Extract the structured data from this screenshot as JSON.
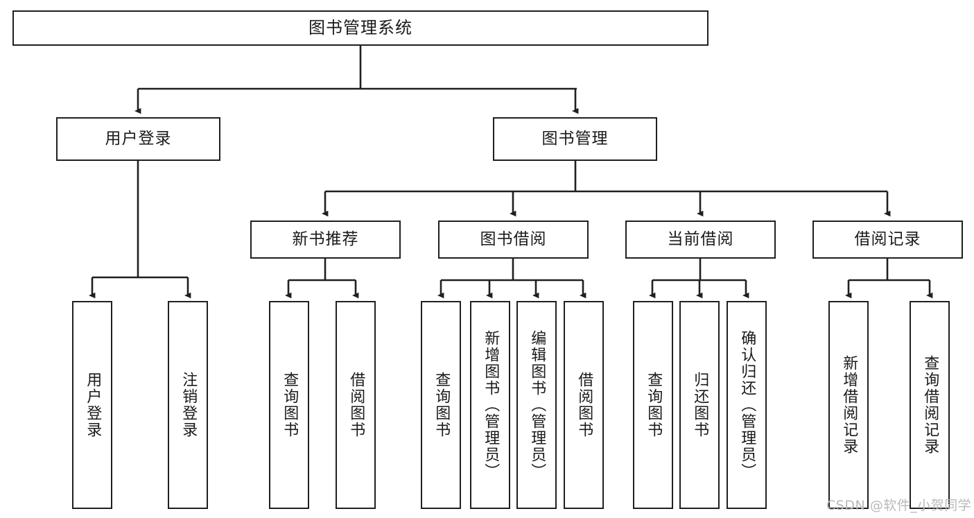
{
  "diagram": {
    "title": "图书管理系统",
    "type": "功能结构图",
    "background_color": "#ffffff",
    "line_color": "#1f1f1f",
    "box_border_color": "#1f1f1f",
    "text_color": "#1a1a1a"
  },
  "nodes": {
    "root": {
      "label": "图书管理系统"
    },
    "level2": [
      {
        "id": "user-login",
        "label": "用户登录"
      },
      {
        "id": "book-manage",
        "label": "图书管理"
      }
    ],
    "level3": [
      {
        "id": "new-book-recommend",
        "label": "新书推荐"
      },
      {
        "id": "book-borrow",
        "label": "图书借阅"
      },
      {
        "id": "current-borrow",
        "label": "当前借阅"
      },
      {
        "id": "borrow-record",
        "label": "借阅记录"
      }
    ],
    "leaves": {
      "user_login": [
        {
          "id": "leaf-user-login",
          "label": "用户登录"
        },
        {
          "id": "leaf-logout-login",
          "label": "注销登录"
        }
      ],
      "new_book_recommend": [
        {
          "id": "leaf-query-book-1",
          "label": "查询图书"
        },
        {
          "id": "leaf-borrow-book-1",
          "label": "借阅图书"
        }
      ],
      "book_borrow": [
        {
          "id": "leaf-query-book-2",
          "label": "查询图书"
        },
        {
          "id": "leaf-add-book",
          "label": "新增图书（管理员）"
        },
        {
          "id": "leaf-edit-book",
          "label": "编辑图书（管理员）"
        },
        {
          "id": "leaf-borrow-book-2",
          "label": "借阅图书"
        }
      ],
      "current_borrow": [
        {
          "id": "leaf-query-book-3",
          "label": "查询图书"
        },
        {
          "id": "leaf-return-book",
          "label": "归还图书"
        },
        {
          "id": "leaf-confirm-return",
          "label": "确认归还（管理员）"
        }
      ],
      "borrow_record": [
        {
          "id": "leaf-add-record",
          "label": "新增借阅记录"
        },
        {
          "id": "leaf-query-record",
          "label": "查询借阅记录"
        }
      ]
    }
  },
  "watermark": {
    "text": "CSDN @软件_小贺同学",
    "color": "#b9b9b9"
  }
}
